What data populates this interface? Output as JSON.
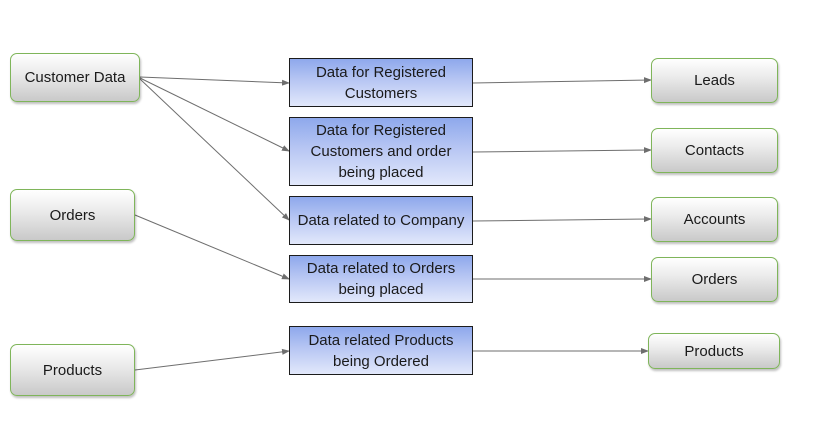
{
  "sources": {
    "customer_data": "Customer Data",
    "orders": "Orders",
    "products": "Products"
  },
  "middle": {
    "registered_customers": "Data for Registered Customers",
    "registered_customers_orders": "Data for Registered Customers and order being placed",
    "company": "Data related to Company",
    "orders_placed": "Data related to Orders being placed",
    "products_ordered": "Data related Products being Ordered"
  },
  "targets": {
    "leads": "Leads",
    "contacts": "Contacts",
    "accounts": "Accounts",
    "orders": "Orders",
    "products": "Products"
  },
  "colors": {
    "source_border": "#7fb55a",
    "middle_fill_top": "#8ea8ec",
    "arrow": "#6e6e6e"
  }
}
